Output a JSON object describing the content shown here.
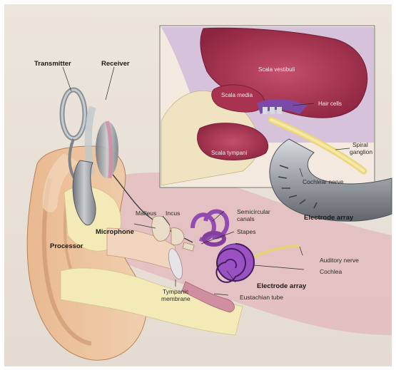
{
  "labels": {
    "transmitter": "Transmitter",
    "receiver": "Receiver",
    "processor": "Processor",
    "microphone": "Microphone",
    "malleus": "Malleus",
    "incus": "Incus",
    "semicircular_canals_1": "Semicircular",
    "semicircular_canals_2": "canals",
    "stapes": "Stapes",
    "auditory_nerve": "Auditory nerve",
    "cochlea": "Cochlea",
    "electrode_array_main": "Electrode array",
    "tympanic_membrane_1": "Tympanic",
    "tympanic_membrane_2": "membrane",
    "eustachian_tube": "Eustachian tube",
    "scala_vestibuli": "Scala vestibuli",
    "scala_media": "Scala media",
    "hair_cells": "Hair cells",
    "scala_tympani": "Scala tympani",
    "spiral_ganglion_1": "Spiral",
    "spiral_ganglion_2": "ganglion",
    "cochlear_nerve": "Cochlear nerve",
    "electrode_array_inset": "Electrode array"
  },
  "colors": {
    "background": "#ede5dc",
    "skin": "#e8c09c",
    "bone": "#efe3b0",
    "tissue": "#b23a5a",
    "cochlea": "#8a3fb0",
    "device": "#9aa0a6"
  }
}
